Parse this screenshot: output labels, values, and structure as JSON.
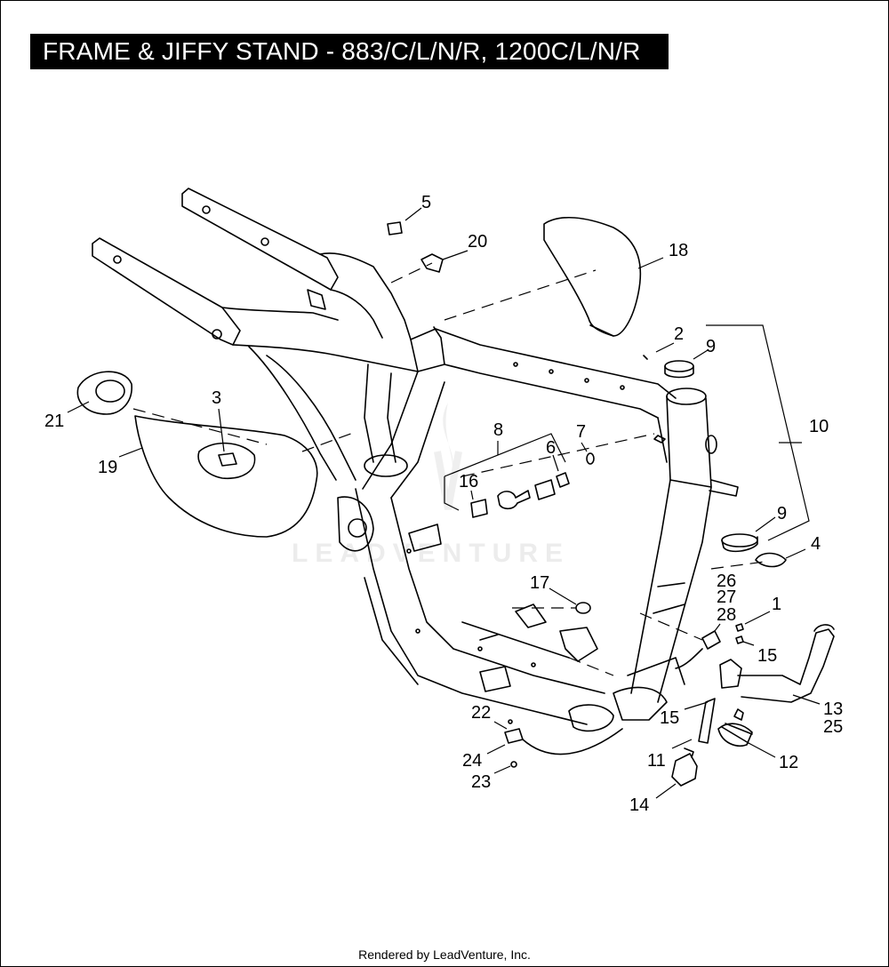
{
  "header": {
    "title": "FRAME & JIFFY STAND - 883/C/L/N/R, 1200C/L/N/R"
  },
  "watermark": {
    "text": "LEADVENTURE"
  },
  "footer": {
    "text": "Rendered by LeadVenture, Inc."
  },
  "callouts": [
    {
      "id": "5",
      "text": "5"
    },
    {
      "id": "20",
      "text": "20"
    },
    {
      "id": "18",
      "text": "18"
    },
    {
      "id": "2",
      "text": "2"
    },
    {
      "id": "9a",
      "text": "9"
    },
    {
      "id": "10",
      "text": "10"
    },
    {
      "id": "3",
      "text": "3"
    },
    {
      "id": "21",
      "text": "21"
    },
    {
      "id": "19",
      "text": "19"
    },
    {
      "id": "8",
      "text": "8"
    },
    {
      "id": "7",
      "text": "7"
    },
    {
      "id": "6",
      "text": "6"
    },
    {
      "id": "16",
      "text": "16"
    },
    {
      "id": "9b",
      "text": "9"
    },
    {
      "id": "4",
      "text": "4"
    },
    {
      "id": "26",
      "text": "26"
    },
    {
      "id": "27",
      "text": "27"
    },
    {
      "id": "28",
      "text": "28"
    },
    {
      "id": "1",
      "text": "1"
    },
    {
      "id": "17",
      "text": "17"
    },
    {
      "id": "15a",
      "text": "15"
    },
    {
      "id": "15b",
      "text": "15"
    },
    {
      "id": "13",
      "text": "13"
    },
    {
      "id": "25",
      "text": "25"
    },
    {
      "id": "22",
      "text": "22"
    },
    {
      "id": "24",
      "text": "24"
    },
    {
      "id": "23",
      "text": "23"
    },
    {
      "id": "11",
      "text": "11"
    },
    {
      "id": "12",
      "text": "12"
    },
    {
      "id": "14",
      "text": "14"
    }
  ]
}
